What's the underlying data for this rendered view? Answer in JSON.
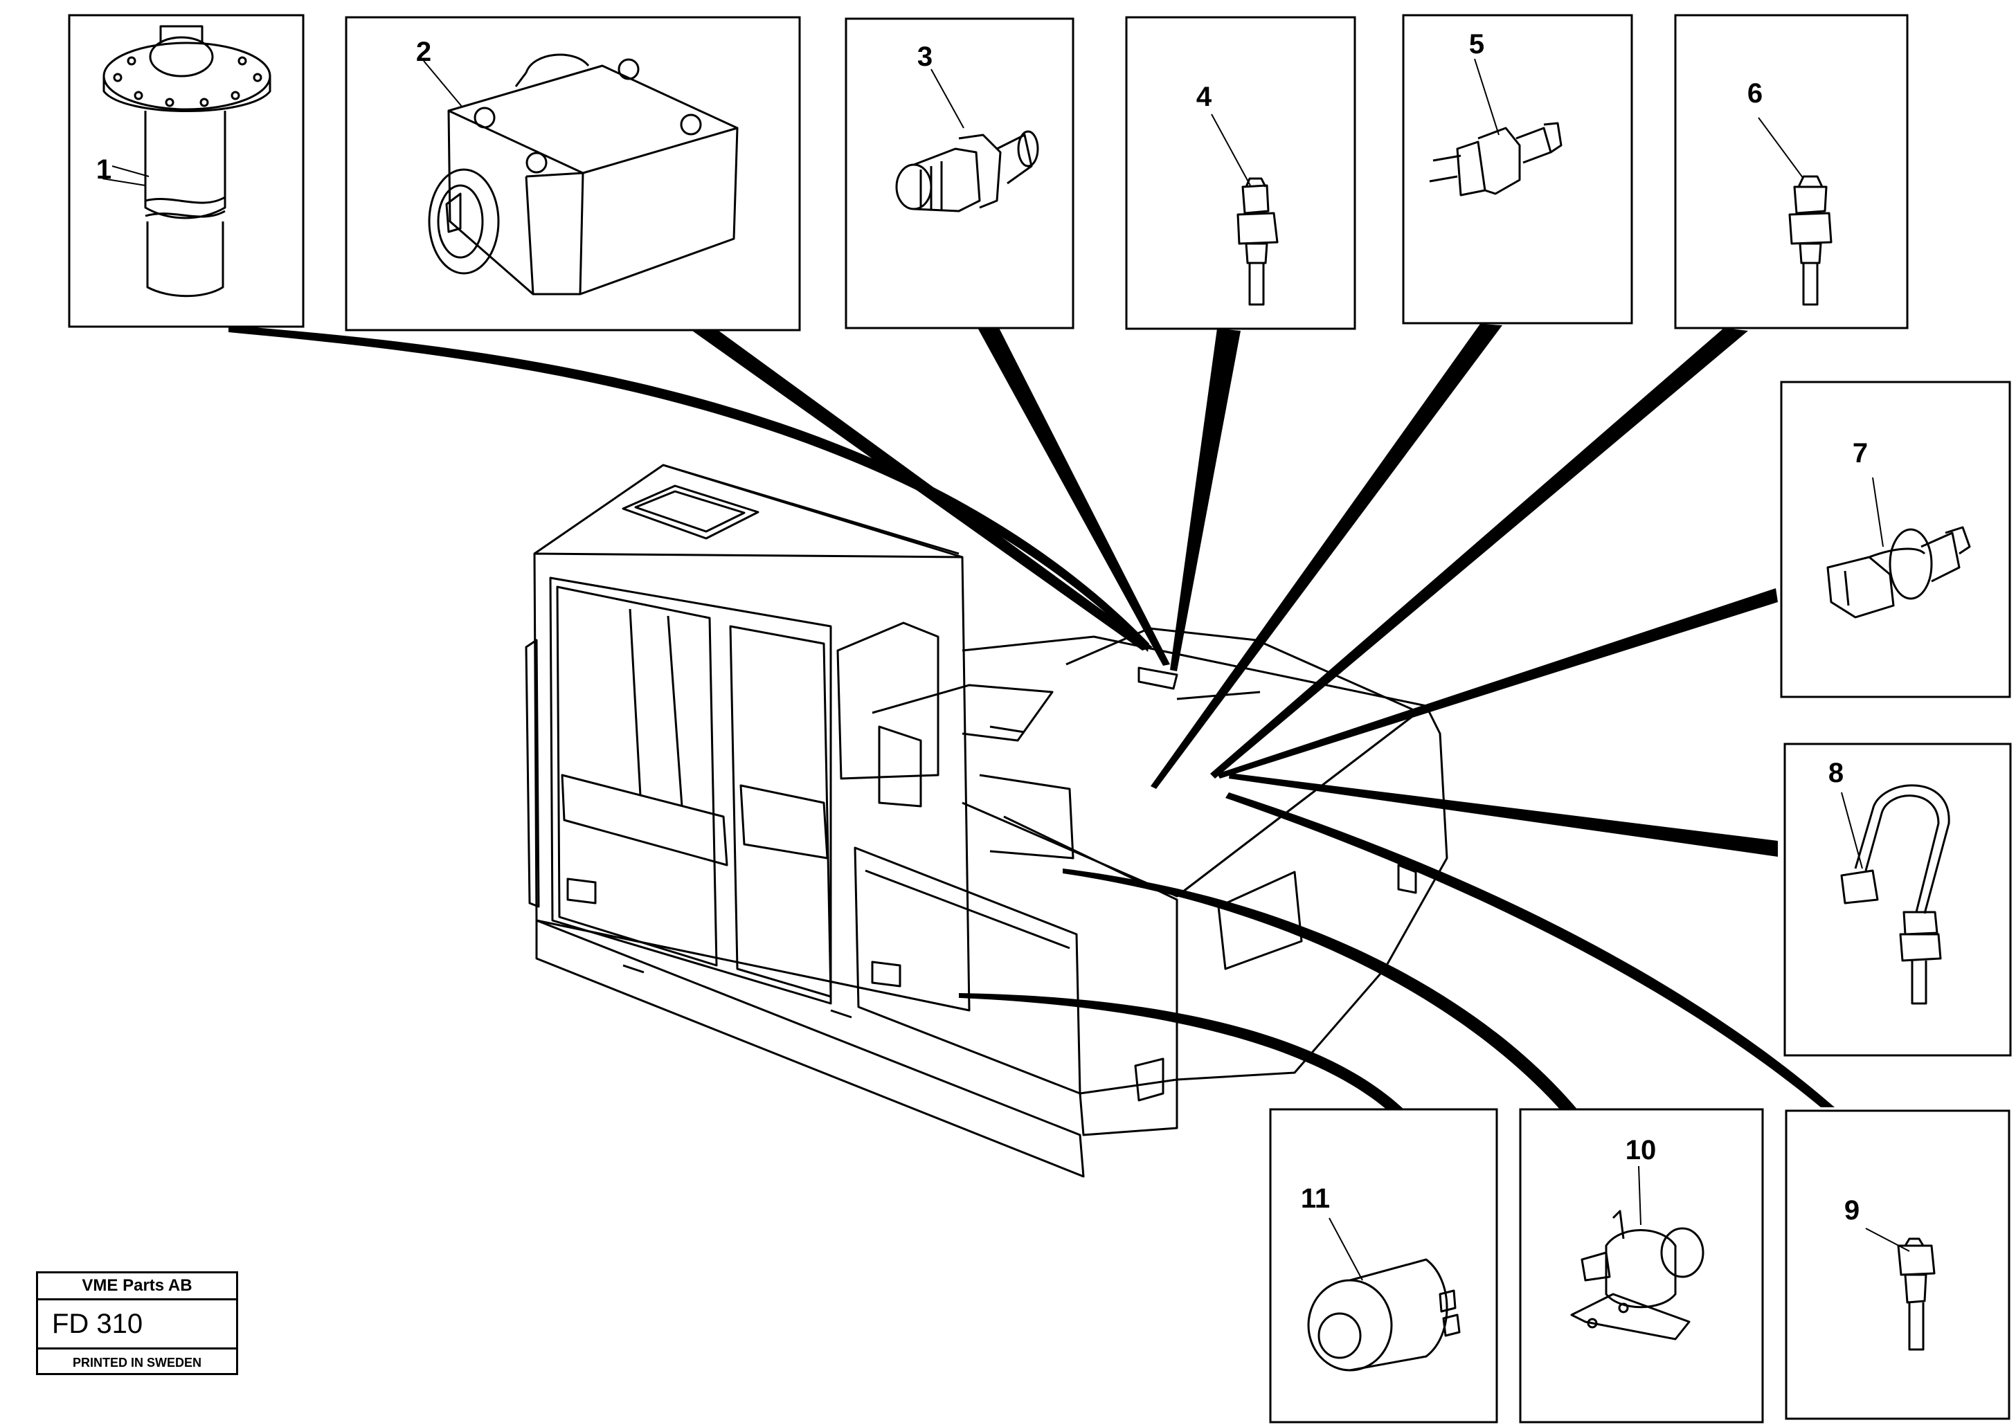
{
  "callouts": [
    "1",
    "2",
    "3",
    "4",
    "5",
    "6",
    "7",
    "8",
    "9",
    "10",
    "11"
  ],
  "title_block": {
    "company": "VME Parts AB",
    "code": "FD 310",
    "printed": "PRINTED IN SWEDEN"
  },
  "colors": {
    "ink": "#000000",
    "paper": "#ffffff"
  }
}
